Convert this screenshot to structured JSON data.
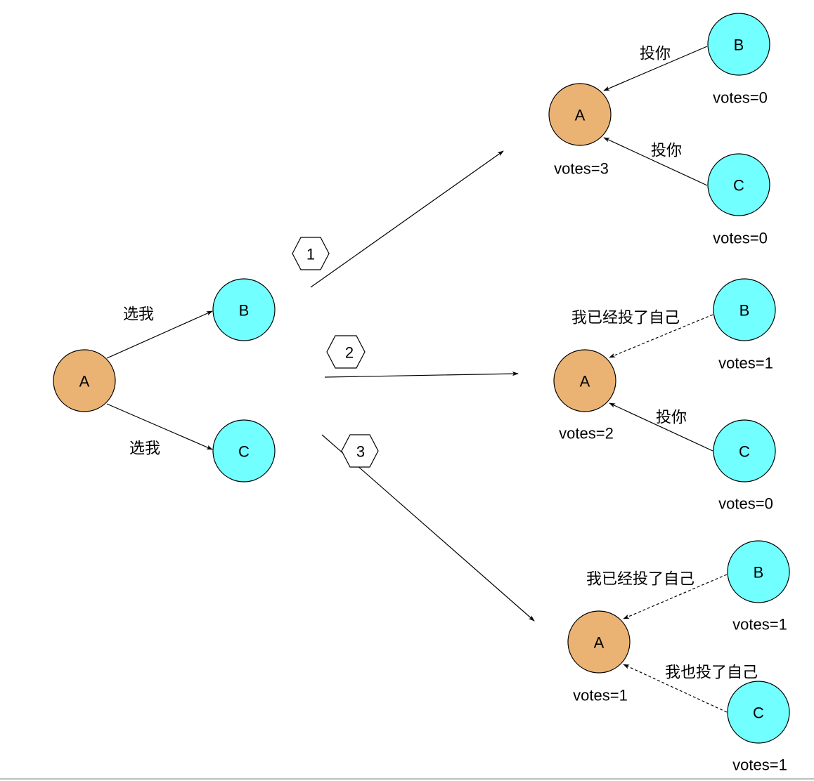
{
  "colors": {
    "candidate_fill": "#ebb373",
    "voter_fill": "#72ffff"
  },
  "initial": {
    "nodeA": "A",
    "nodeB": "B",
    "nodeC": "C",
    "edge_ab_label": "选我",
    "edge_ac_label": "选我"
  },
  "steps": [
    "1",
    "2",
    "3"
  ],
  "scenario1": {
    "nodeA": "A",
    "nodeB": "B",
    "nodeC": "C",
    "votesA": "votes=3",
    "votesB": "votes=0",
    "votesC": "votes=0",
    "edge_b_label": "投你",
    "edge_c_label": "投你"
  },
  "scenario2": {
    "nodeA": "A",
    "nodeB": "B",
    "nodeC": "C",
    "votesA": "votes=2",
    "votesB": "votes=1",
    "votesC": "votes=0",
    "edge_b_label": "我已经投了自己",
    "edge_c_label": "投你"
  },
  "scenario3": {
    "nodeA": "A",
    "nodeB": "B",
    "nodeC": "C",
    "votesA": "votes=1",
    "votesB": "votes=1",
    "votesC": "votes=1",
    "edge_b_label": "我已经投了自己",
    "edge_c_label": "我也投了自己"
  }
}
